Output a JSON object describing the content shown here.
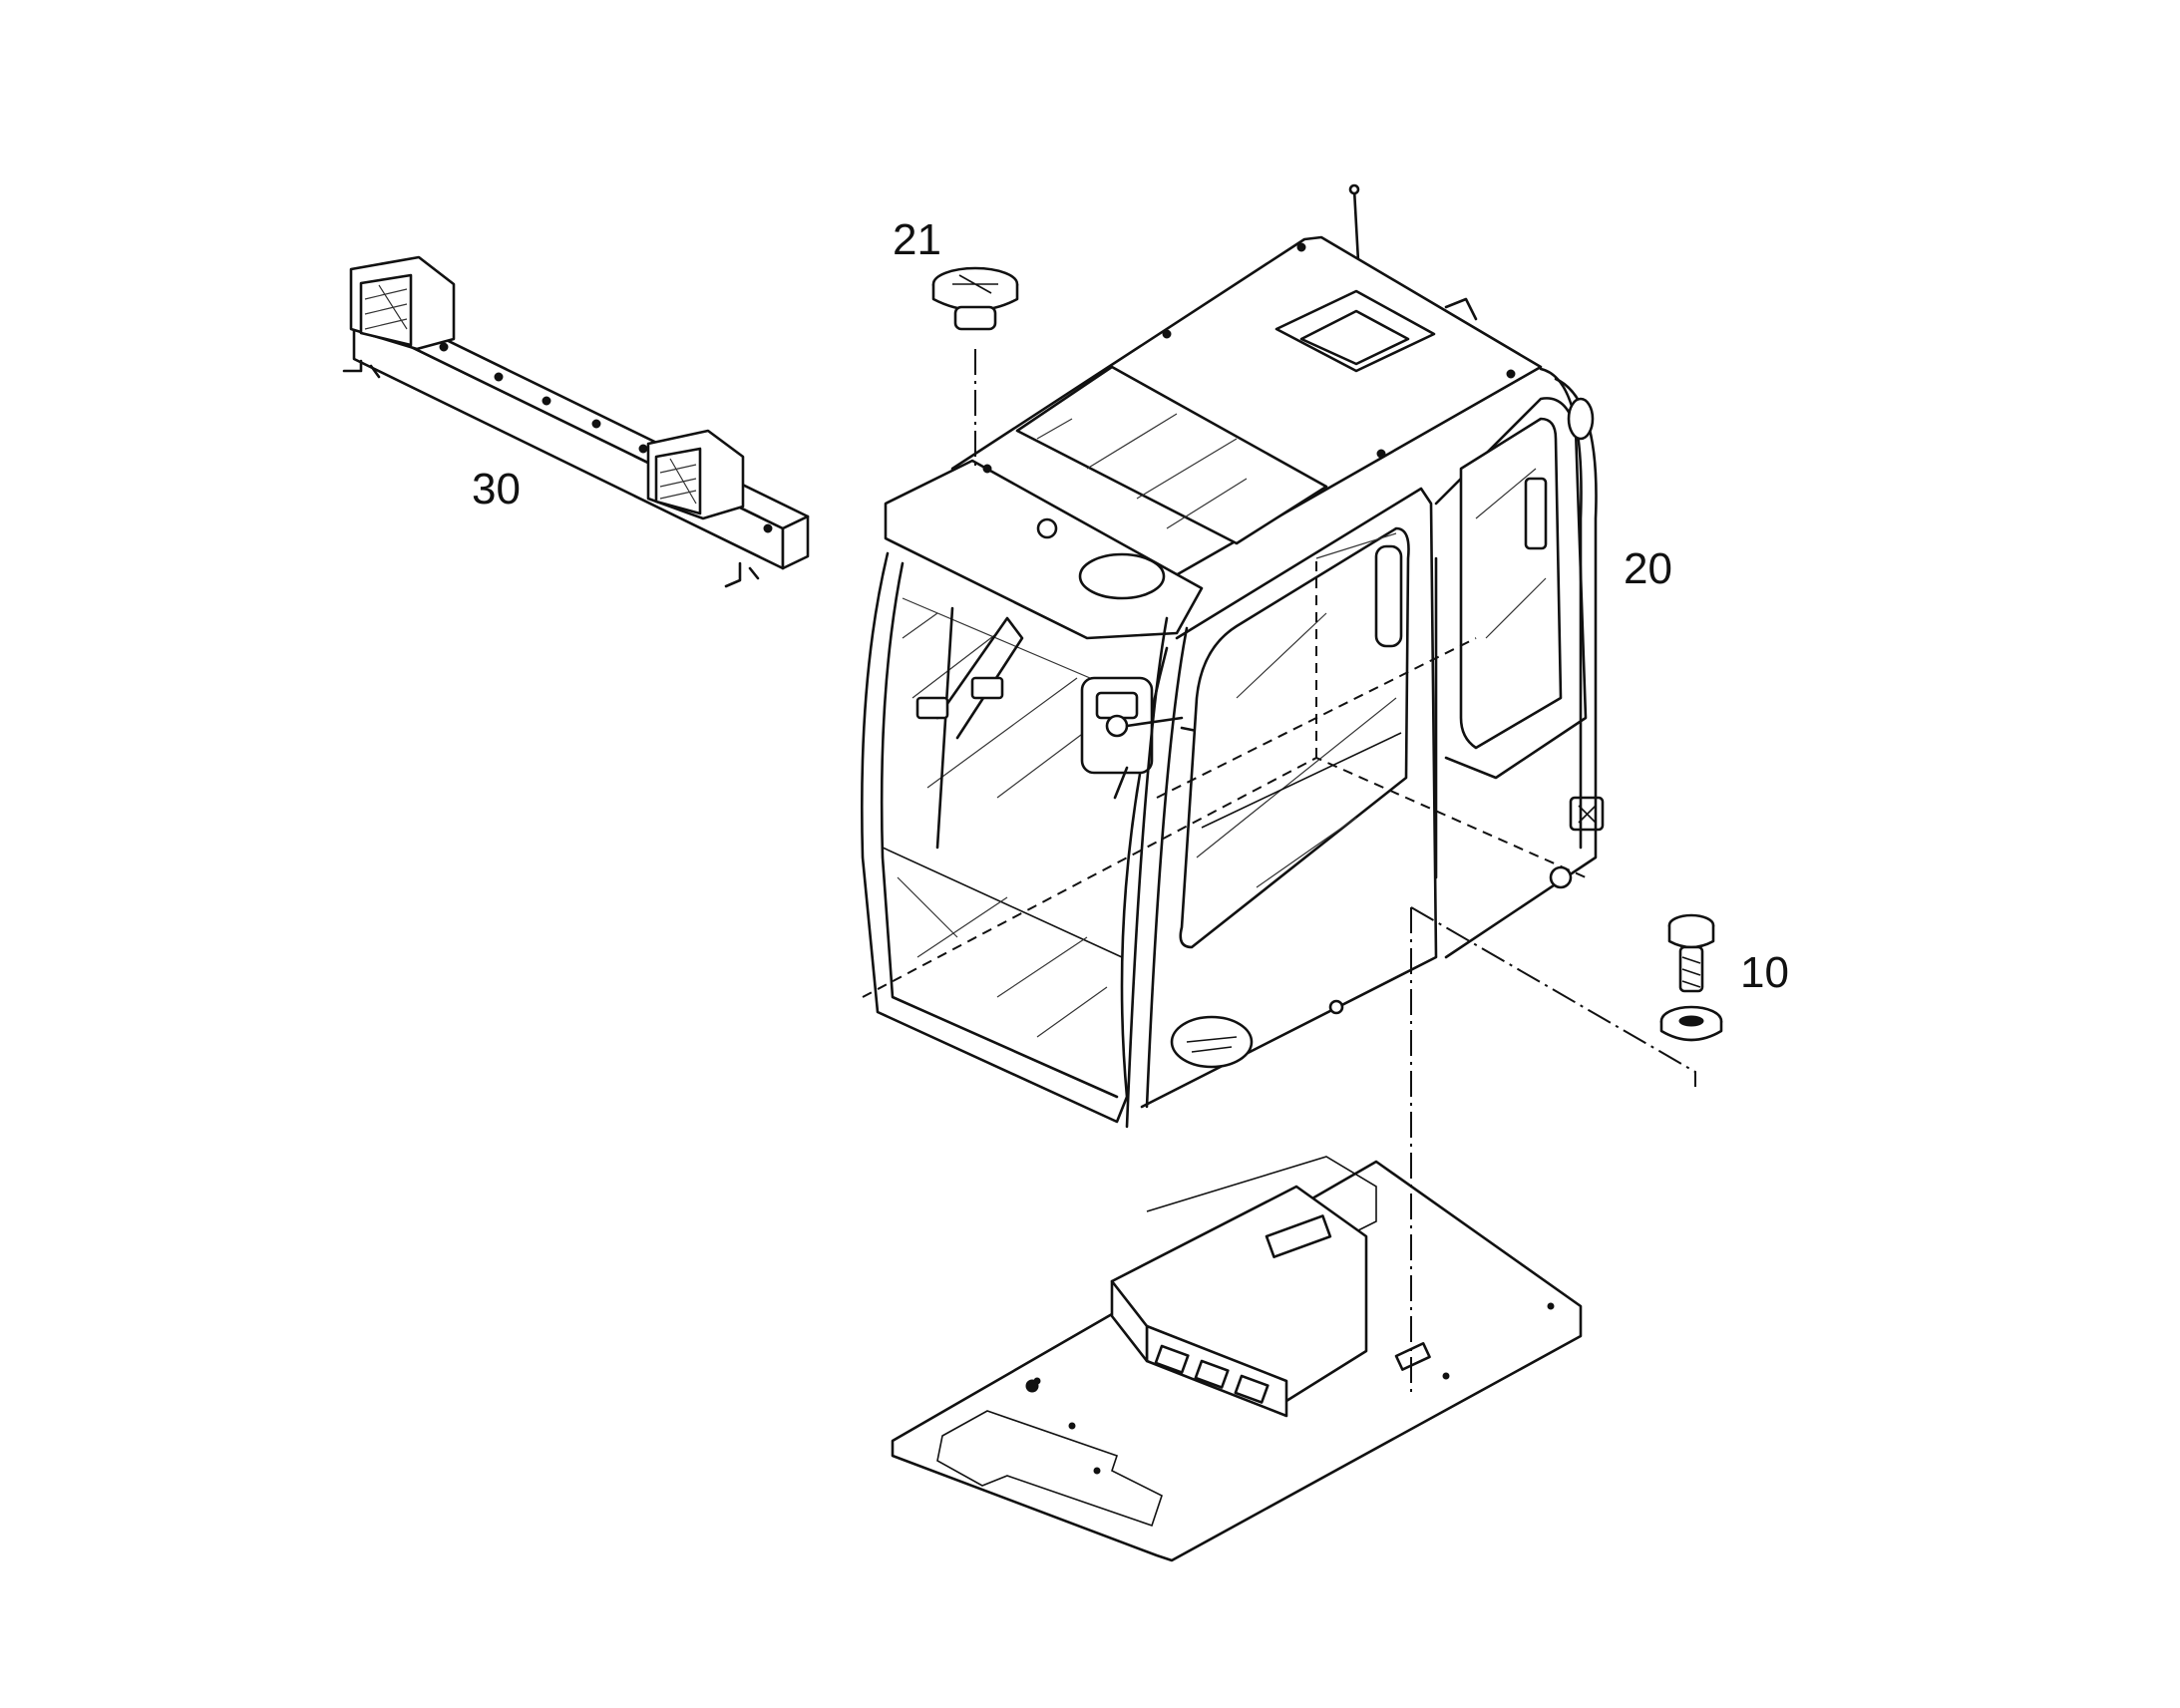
{
  "diagram": {
    "callouts": [
      {
        "id": "item-10",
        "label": "10"
      },
      {
        "id": "item-20",
        "label": "20"
      },
      {
        "id": "item-21",
        "label": "21"
      },
      {
        "id": "item-30",
        "label": "30"
      }
    ],
    "colors": {
      "line": "#111111",
      "background": "#ffffff"
    }
  }
}
